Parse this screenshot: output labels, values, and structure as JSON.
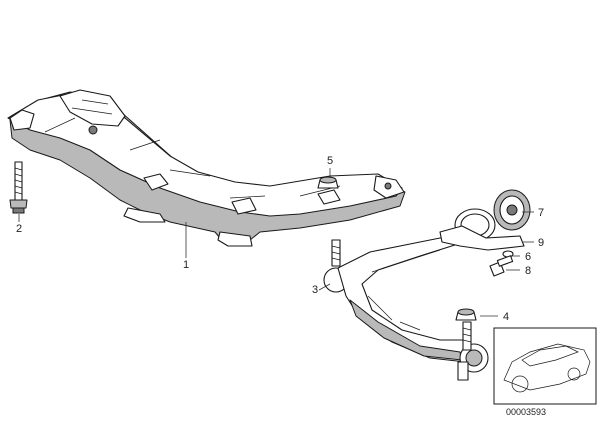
{
  "diagram": {
    "callouts": {
      "c1": "1",
      "c2": "2",
      "c3": "3",
      "c4": "4",
      "c5": "5",
      "c6": "6",
      "c7": "7",
      "c8": "8",
      "c9": "9"
    },
    "diagram_id": "00003593"
  }
}
